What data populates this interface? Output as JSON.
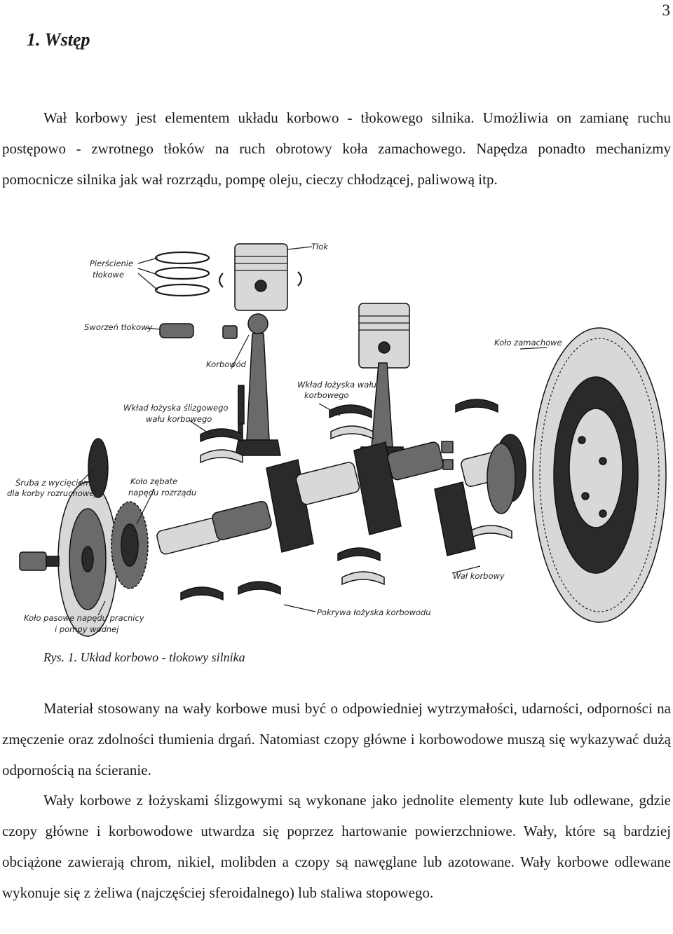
{
  "page_number": "3",
  "heading": "1. Wstęp",
  "paragraph_1": "Wał korbowy jest elementem układu korbowo - tłokowego silnika. Umożliwia on zamianę ruchu postępowo - zwrotnego tłoków na ruch obrotowy koła zamachowego. Napędza ponadto mechanizmy pomocnicze silnika jak wał rozrządu, pompę oleju, cieczy chłodzącej, paliwową itp.",
  "figure": {
    "labels": {
      "tlok": "Tłok",
      "pierscienie_1": "Pierścienie",
      "pierscienie_2": "tłokowe",
      "sworzen": "Sworzeń tłokowy",
      "korbowod": "Korbowód",
      "kolo_zamachowe": "Koło zamachowe",
      "wklad_korbowego_1": "Wkład łożyska wału",
      "wklad_korbowego_2": "korbowego",
      "wklad_slizgowego_1": "Wkład łożyska ślizgowego",
      "wklad_slizgowego_2": "wału korbowego",
      "sruba_1": "Śruba z wycięciem",
      "sruba_2": "dla korby rozruchowej",
      "kolo_zebate_1": "Koło zębate",
      "kolo_zebate_2": "napędu rozrządu",
      "wal_korbowy": "Wał korbowy",
      "pokrywa": "Pokrywa łożyska korbowodu",
      "kolo_pasowe_1": "Koło pasowe napędu pracnicy",
      "kolo_pasowe_2": "i pompy wodnej"
    }
  },
  "caption": "Rys. 1. Układ korbowo - tłokowy silnika",
  "paragraph_2": "Materiał stosowany na wały korbowe musi być o odpowiedniej wytrzymałości, udarności, odporności na zmęczenie oraz zdolności tłumienia drgań. Natomiast czopy główne i korbowodowe muszą się  wykazywać dużą odpornością na ścieranie.",
  "paragraph_3": "Wały korbowe z łożyskami ślizgowymi są wykonane jako jednolite elementy kute lub odlewane, gdzie czopy główne i korbowodowe utwardza się poprzez hartowanie powierzchniowe. Wały, które są bardziej obciążone zawierają chrom, nikiel, molibden a czopy są nawęglane lub azotowane. Wały korbowe odlewane wykonuje się z żeliwa (najczęściej sferoidalnego) lub staliwa stopowego."
}
